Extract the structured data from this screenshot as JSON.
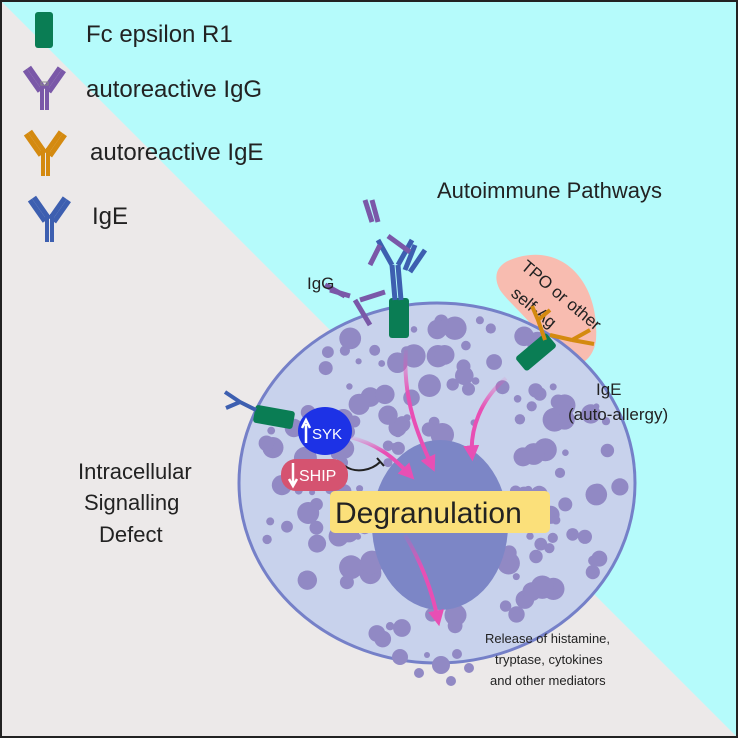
{
  "legend": {
    "items": [
      {
        "icon": "fc-epsilon-r1-icon",
        "label": "Fc epsilon R1",
        "color": "#0a7d54"
      },
      {
        "icon": "igg-antibody-icon",
        "label": "autoreactive IgG",
        "color": "#7a58a8"
      },
      {
        "icon": "ige-antibody-icon",
        "label": "autoreactive IgE",
        "color": "#d48a10"
      },
      {
        "icon": "ige-antibody-icon",
        "label": "IgE",
        "color": "#3d5fb0"
      }
    ]
  },
  "regions": {
    "autoimmune_title": "Autoimmune Pathways",
    "intracellular_title": [
      "Intracellular",
      "Signalling",
      "Defect"
    ]
  },
  "labels": {
    "igg": "IgG",
    "antigen": [
      "TPO or other",
      "self-Ag"
    ],
    "ige_auto": [
      "IgE",
      "(auto-allergy)"
    ],
    "syk": "SYK",
    "ship": "SHIP",
    "degranulation": "Degranulation",
    "release": [
      "Release of histamine,",
      "tryptase, cytokines",
      "and other mediators"
    ]
  },
  "colors": {
    "autoimmune_bg": "#b5fbfb",
    "intracellular_bg": "#ece9e9",
    "cell": "#c8d2ec",
    "cell_border": "#7580c8",
    "nucleus": "#7c86c6",
    "granule": "#9189c4",
    "arrow": "#e84fb4",
    "syk": "#1d32e6",
    "ship": "#d55370",
    "degranulation_bg": "#fbe07a",
    "antigen": "#f8bcb0",
    "receptor": "#0a7d54"
  }
}
